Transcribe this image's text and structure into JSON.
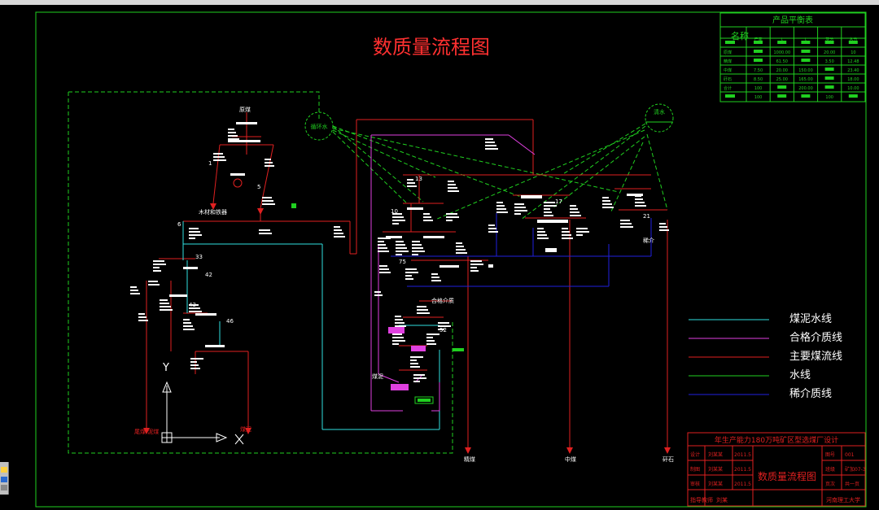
{
  "title": "数质量流程图",
  "legend": [
    {
      "label": "煤泥水线",
      "color": "#30e0e0"
    },
    {
      "label": "合格介质线",
      "color": "#e040e0"
    },
    {
      "label": "主要煤流线",
      "color": "#e02020"
    },
    {
      "label": "水线",
      "color": "#20d020"
    },
    {
      "label": "稀介质线",
      "color": "#2020e0"
    }
  ],
  "balance_table": {
    "title": "产品平衡表",
    "name_header": "名称",
    "col_headers": [
      "产率",
      "t",
      "t",
      "灰分",
      "水分"
    ],
    "rows": [
      {
        "name": "",
        "cells": [
          "",
          "",
          "",
          "",
          ""
        ]
      },
      {
        "name": "原煤",
        "cells": [
          "",
          "1000.00",
          "",
          "20.00",
          "10"
        ]
      },
      {
        "name": "精煤",
        "cells": [
          "",
          "61.50",
          "",
          "3.50",
          "12.48"
        ]
      },
      {
        "name": "中煤",
        "cells": [
          "7.50",
          "20.00",
          "150.00",
          "",
          "23.40"
        ]
      },
      {
        "name": "矸石",
        "cells": [
          "8.50",
          "25.00",
          "165.00",
          "",
          "18.00"
        ]
      },
      {
        "name": "合计",
        "cells": [
          "100",
          "",
          "200.00",
          "",
          "10.00"
        ]
      },
      {
        "name": "",
        "cells": [
          "100",
          "",
          "",
          "100",
          ""
        ]
      }
    ]
  },
  "title_block": {
    "project": "年生产能力180万吨矿区型选煤厂设计",
    "drawing_title": "数质量流程图",
    "rows": [
      {
        "label": "设计",
        "name": "刘某某",
        "date": "2011.5",
        "key": "图号",
        "value": "001"
      },
      {
        "label": "制图",
        "name": "刘某某",
        "date": "2011.5",
        "key": "班级",
        "value": "矿加07-3"
      },
      {
        "label": "审核",
        "name": "刘某某",
        "date": "2011.5",
        "key": "页次",
        "value": "共一页"
      }
    ],
    "footer_left": "指导教师",
    "footer_mid": "刘某",
    "footer_right": "河南理工大学"
  },
  "labels": {
    "raw_coal": "原煤",
    "waste_rock": "木材和铁器",
    "coal_water": "循环水",
    "clear_water": "清水",
    "mid_coal": "中煤",
    "clean_coal": "精煤",
    "gangue": "矸石",
    "tail_product": "煤泥",
    "slime_product": "尾煤  泥煤",
    "dense_medium": "合格介质",
    "dilute_medium": "稀介",
    "slime_bin": "煤泥",
    "node_1": "1",
    "node_5": "5",
    "node_6": "6",
    "node_10": "10",
    "node_13": "13",
    "node_17": "17",
    "node_21": "21",
    "node_33": "33",
    "node_42": "42",
    "node_43": "43",
    "node_46": "46",
    "node_52": "52",
    "node_75": "75",
    "coord_y": "Y",
    "coord_x": "X"
  },
  "colors": {
    "frame": "#20d020",
    "table_border": "#20d020",
    "title": "#ff3030",
    "coal": "#e02020",
    "slime": "#30e0e0",
    "medium": "#e040e0",
    "water": "#20d020",
    "dilute": "#2020e0",
    "annot": "#ffffff"
  }
}
